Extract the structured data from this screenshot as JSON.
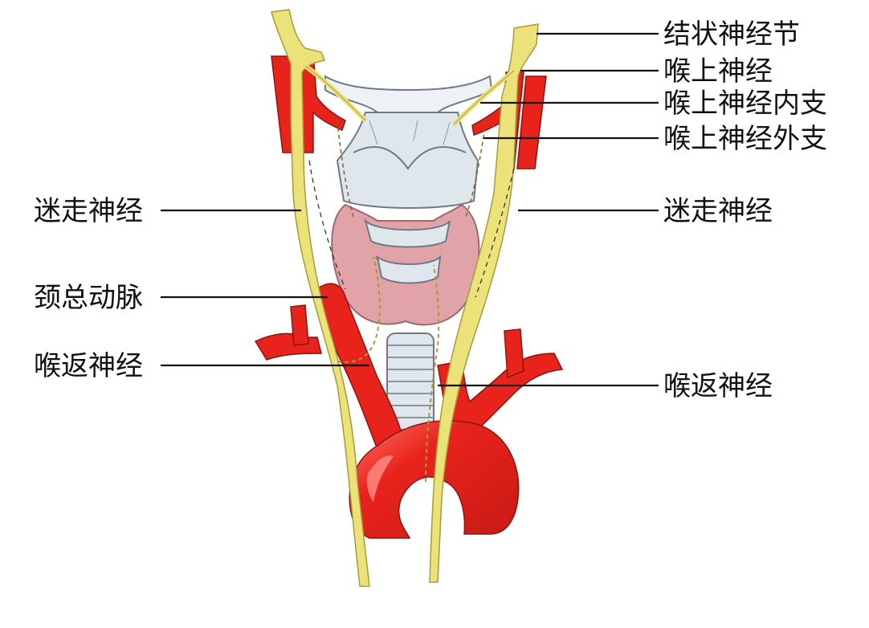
{
  "labels": {
    "nodose_ganglion": "结状神经节",
    "superior_laryngeal_nerve": "喉上神经",
    "internal_branch": "喉上神经内支",
    "external_branch": "喉上神经外支",
    "vagus_left": "迷走神经",
    "vagus_right": "迷走神经",
    "common_carotid": "颈总动脉",
    "recurrent_left": "喉返神经",
    "recurrent_right": "喉返神经"
  },
  "colors": {
    "artery": "#e8231c",
    "artery_dark": "#b51812",
    "nerve": "#ece27a",
    "nerve_stroke": "#a89a3a",
    "thyroid": "#e1a3a8",
    "cartilage": "#dfe6ec",
    "cartilage_stroke": "#6f7a86",
    "leader": "#111111"
  }
}
